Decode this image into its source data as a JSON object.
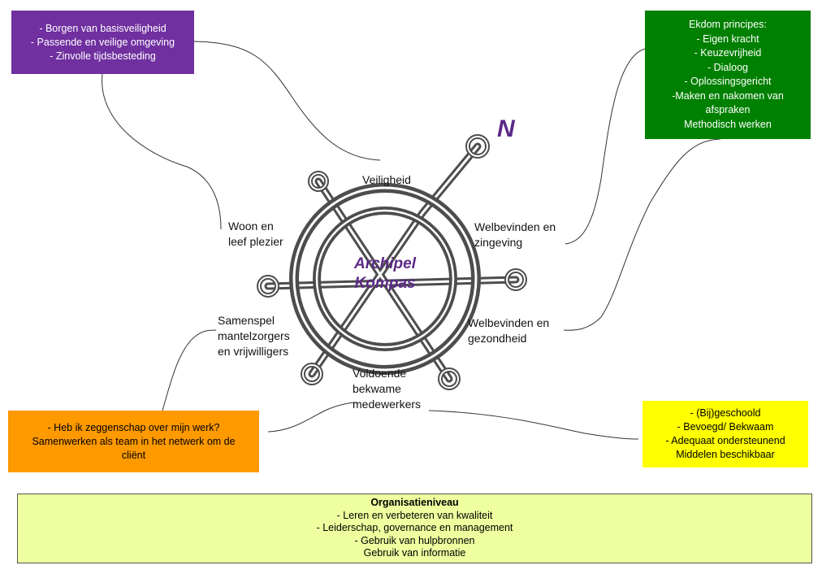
{
  "boxes": {
    "purple": [
      "- Borgen van basisveiligheid",
      "- Passende en veilige omgeving",
      "- Zinvolle tijdsbesteding"
    ],
    "green": [
      "Ekdom principes:",
      "- Eigen kracht",
      "- Keuzevrijheid",
      "- Dialoog",
      "- Oplossingsgericht",
      "-Maken en nakomen van",
      "afspraken",
      "Methodisch werken"
    ],
    "orange": [
      "- Heb ik zeggenschap over mijn werk?",
      "Samenwerken als team in het netwerk om de",
      "cliënt"
    ],
    "yellow": [
      "- (Bij)geschoold",
      "- Bevoegd/ Bekwaam",
      "- Adequaat ondersteunend",
      "Middelen beschikbaar"
    ],
    "organisation": {
      "heading": "Organisatieniveau",
      "lines": [
        "- Leren en verbeteren van kwaliteit",
        "- Leiderschap, governance en management",
        "- Gebruik van hulpbronnen",
        "Gebruik van informatie"
      ]
    }
  },
  "compass": {
    "title_line1": "Archipel",
    "title_line2": "Kompas",
    "north": "N",
    "color": "#5b2a86",
    "icon": "compass-wheel-icon",
    "labels": {
      "veiligheid": [
        "Veiligheid"
      ],
      "woon": [
        "Woon en",
        "leef plezier"
      ],
      "welbevinden_zingeving": [
        "Welbevinden en",
        "zingeving"
      ],
      "welbevinden_gezondheid": [
        "Welbevinden en",
        "gezondheid"
      ],
      "samenspel": [
        "Samenspel",
        "mantelzorgers",
        "en vrijwilligers"
      ],
      "medewerkers": [
        "Voldoende",
        "bekwame",
        "medewerkers"
      ]
    }
  },
  "colors": {
    "purple": "#7030a0",
    "green": "#008000",
    "orange": "#ff9900",
    "yellow": "#ffff00",
    "organisation": "#eeff9f"
  }
}
